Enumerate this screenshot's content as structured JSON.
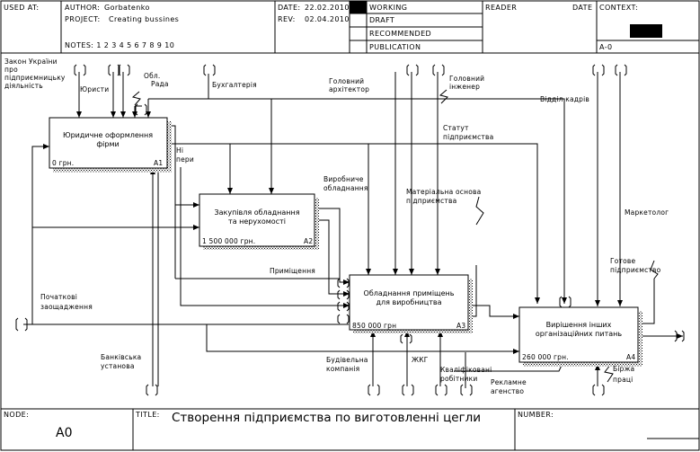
{
  "header": {
    "used_at_label": "USED AT:",
    "author_label": "AUTHOR:",
    "author": "Gorbatenko",
    "project_label": "PROJECT:",
    "project": "Creating bussines",
    "date_label": "DATE:",
    "date": "22.02.2010",
    "rev_label": "REV:",
    "rev": "02.04.2010",
    "notes": "NOTES:  1  2  3  4  5  6  7  8  9  10",
    "status_working": "WORKING",
    "status_draft": "DRAFT",
    "status_recommended": "RECOMMENDED",
    "status_publication": "PUBLICATION",
    "reader_label": "READER",
    "reader_date_label": "DATE",
    "context_label": "CONTEXT:",
    "context_node": "A-0"
  },
  "activities": [
    {
      "name1": "Юридичне оформлення",
      "name2": "фірми",
      "cost": "0 грн.",
      "node": "A1"
    },
    {
      "name1": "Закупівля обладнання",
      "name2": "та нерухомості",
      "cost": "1 500 000 грн.",
      "node": "A2"
    },
    {
      "name1": "Обладнання приміщень",
      "name2": "для виробництва",
      "cost": "850 000 грн",
      "node": "A3"
    },
    {
      "name1": "Вирішення інших",
      "name2": "організаційних питань",
      "cost": "260 000 грн.",
      "node": "A4"
    }
  ],
  "arrow_labels": {
    "law1": "Закон України",
    "law2": "про",
    "law3": "підприємницьку",
    "law4": "діяльність",
    "lawyers": "Юристи",
    "obl1": "Обл.",
    "obl2": "Рада",
    "accounting": "Бухгалтерія",
    "architect1": "Головний",
    "architect2": "архітектор",
    "engineer1": "Головний",
    "engineer2": "інженер",
    "hr": "Відділ кадрів",
    "statute1": "Статут",
    "statute2": "підприємства",
    "docs1": "Ні",
    "docs2": "пери",
    "equipment1": "Виробниче",
    "equipment2": "обладнання",
    "material1": "Матеріальна основа",
    "material2": "підприємства",
    "marketer": "Маркетолог",
    "ready1": "Готове",
    "ready2": "підприємство",
    "premises": "Приміщення",
    "savings1": "Початкові",
    "savings2": "заощадження",
    "bank1": "Банківська",
    "bank2": "установа",
    "builder1": "Будівельна",
    "builder2": "компанія",
    "zhkg": "ЖКГ",
    "workers1": "Кваліфіковані",
    "workers2": "робітники",
    "advert1": "Рекламне",
    "advert2": "агенство",
    "labor1": "Біржа",
    "labor2": "праці"
  },
  "footer": {
    "node_label": "NODE:",
    "node": "A0",
    "title_label": "TITLE:",
    "title": "Створення підприємства по виготовленні цегли",
    "number_label": "NUMBER:"
  }
}
